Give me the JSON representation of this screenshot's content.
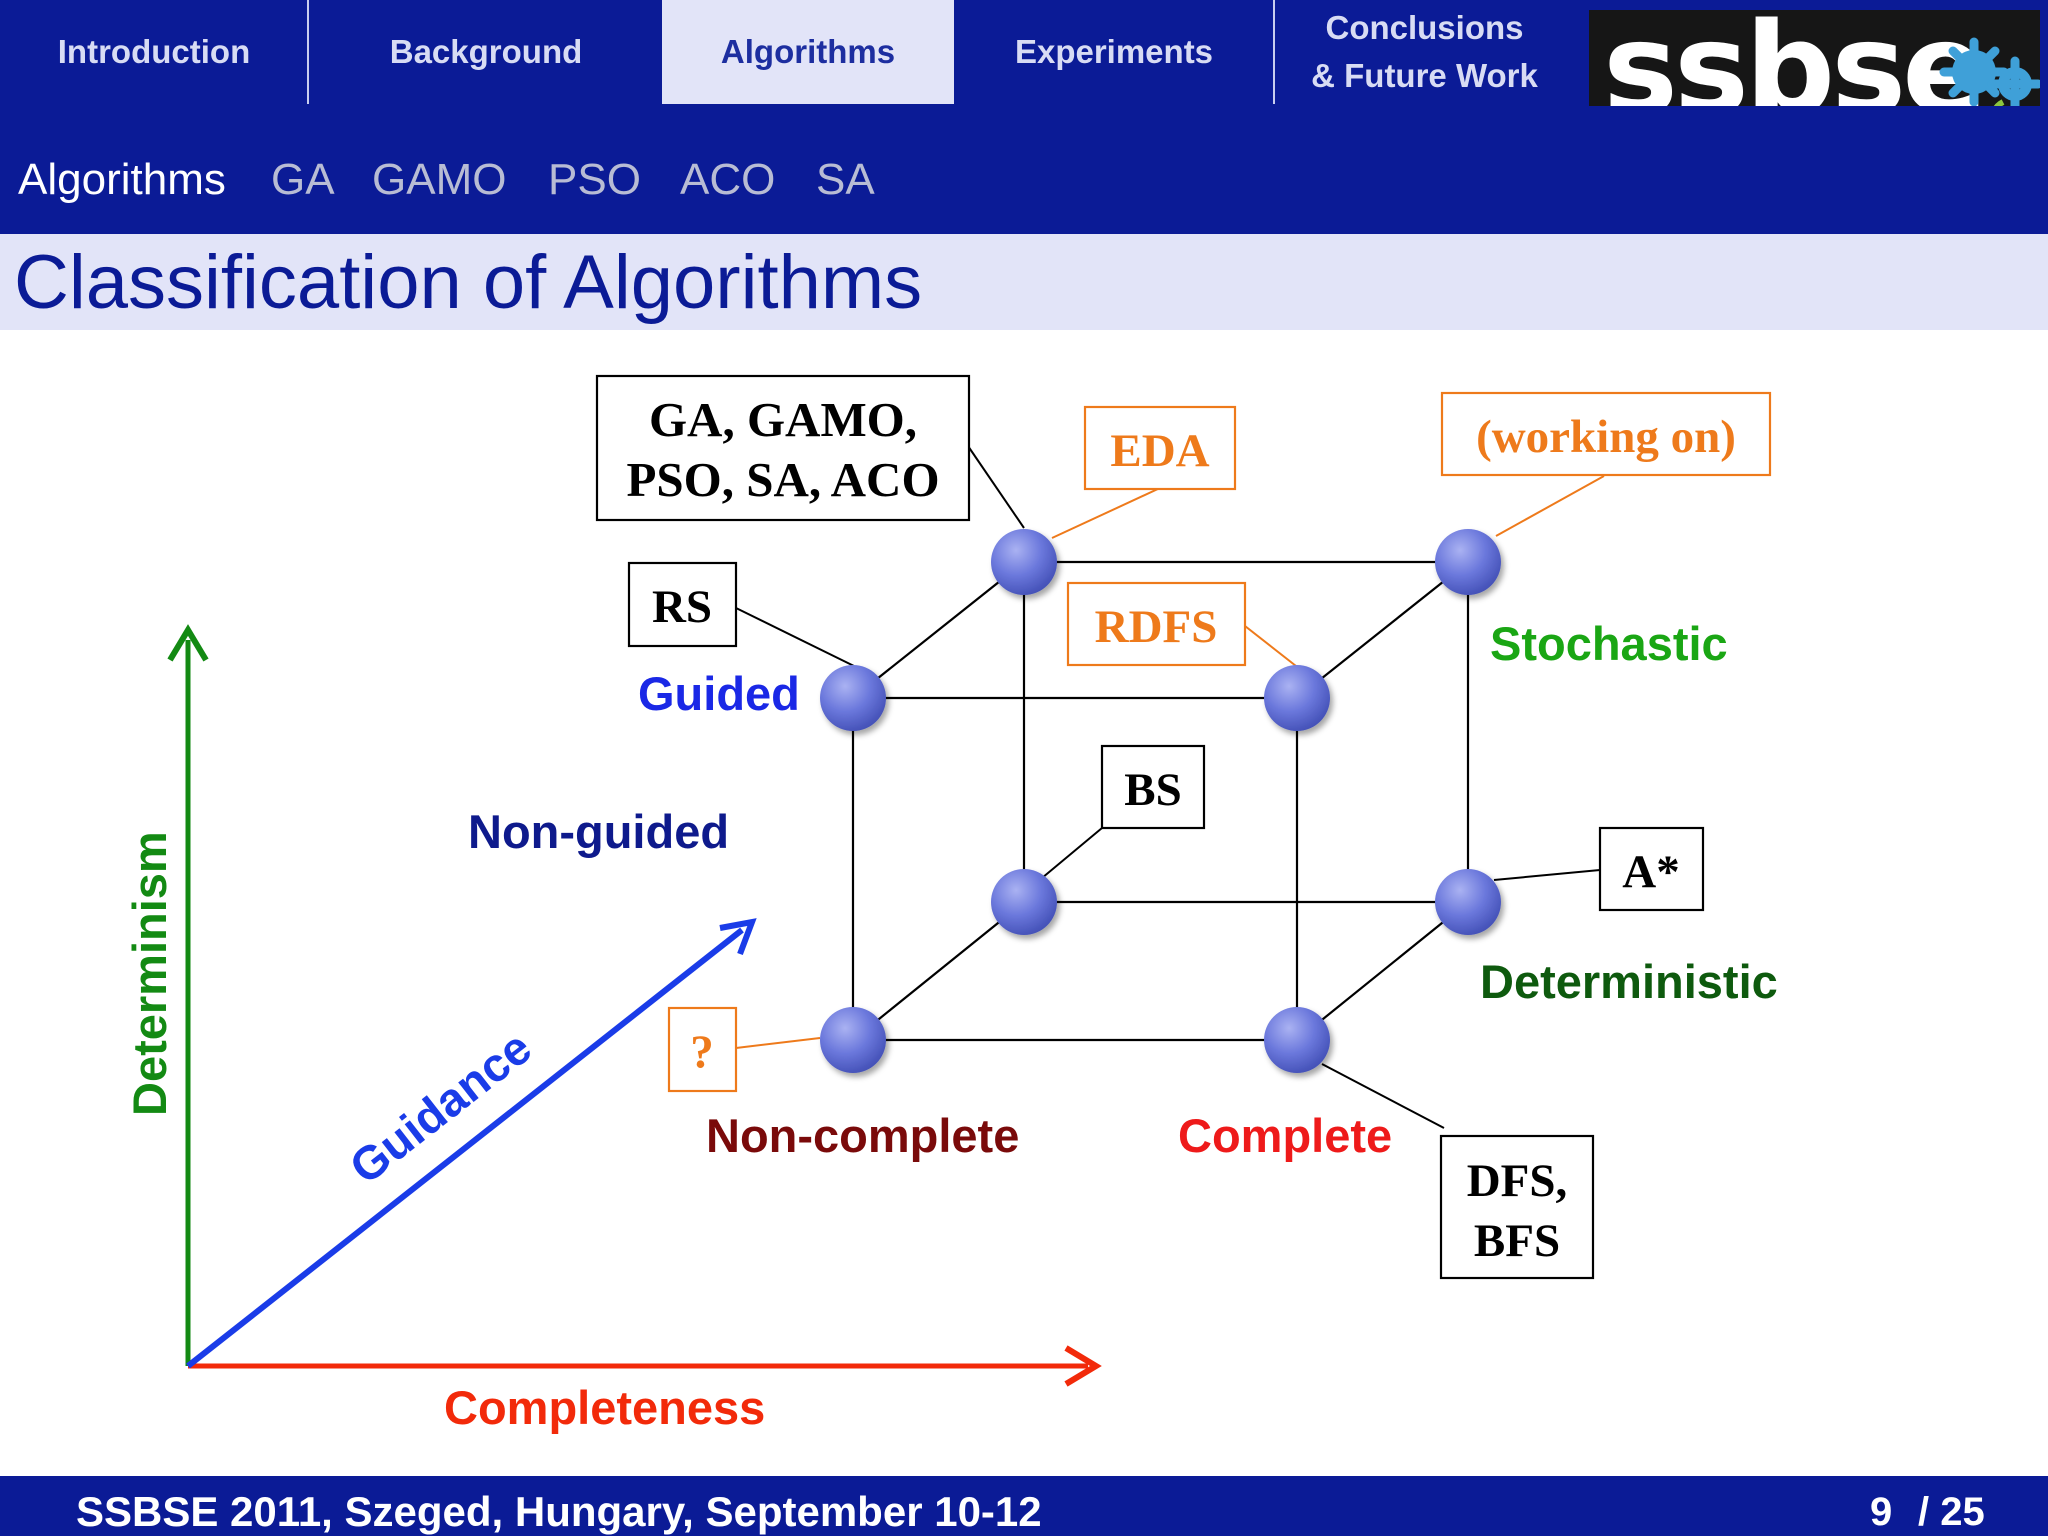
{
  "nav": {
    "tabs": [
      {
        "label": "Introduction",
        "active": false
      },
      {
        "label": "Background",
        "active": false
      },
      {
        "label": "Algorithms",
        "active": true
      },
      {
        "label": "Experiments",
        "active": false
      },
      {
        "label_line1": "Conclusions",
        "label_line2": "& Future Work",
        "active": false
      }
    ],
    "logo_text": "ssbse"
  },
  "subnav": {
    "items": [
      "Algorithms",
      "GA",
      "GAMO",
      "PSO",
      "ACO",
      "SA"
    ],
    "current": "Algorithms"
  },
  "title": "Classification of Algorithms",
  "diagram": {
    "axes": {
      "vertical": "Determinism",
      "diagonal": "Guidance",
      "horizontal": "Completeness"
    },
    "cube_labels": {
      "guided": "Guided",
      "non_guided": "Non-guided",
      "stochastic": "Stochastic",
      "deterministic": "Deterministic",
      "non_complete": "Non-complete",
      "complete": "Complete"
    },
    "boxes": {
      "ga_line1": "GA, GAMO,",
      "ga_line2": "PSO, SA, ACO",
      "eda": "EDA",
      "working_on": "(working on)",
      "rs": "RS",
      "rdfs": "RDFS",
      "bs": "BS",
      "a_star": "A*",
      "question": "?",
      "dfs_line1": "DFS,",
      "dfs_line2": "BFS"
    },
    "colors": {
      "determinism_axis": "#138a13",
      "guidance_axis": "#1a3ce8",
      "completeness_axis": "#f22a0a",
      "node_fill": "#6b78dc",
      "orange_box": "#ee7a1b",
      "guided_label": "#1a28e6",
      "non_guided_label": "#0e1a8c",
      "stochastic_label": "#1aa614",
      "deterministic_label": "#0e5a0e",
      "non_complete_label": "#7a0a0a",
      "complete_label": "#ee1a1a"
    }
  },
  "footer": {
    "text": "SSBSE 2011, Szeged, Hungary, September 10-12",
    "page_current": "9",
    "page_total": "/ 25"
  }
}
